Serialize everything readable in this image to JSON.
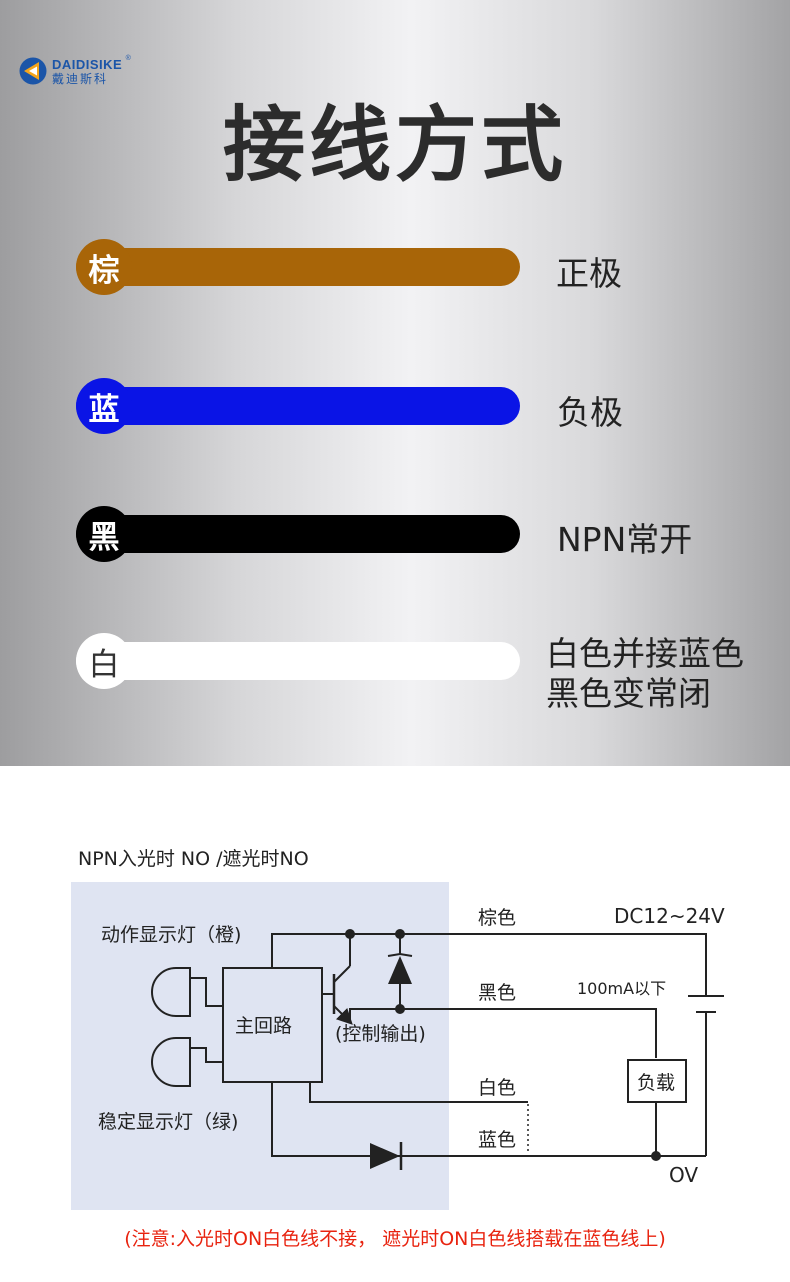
{
  "logo": {
    "brand_en": "DAIDISIKE",
    "brand_cn": "戴迪斯科",
    "registered": "®"
  },
  "title": "接线方式",
  "wires": [
    {
      "key": "brown",
      "badge": "棕",
      "color": "#a86508",
      "badge_text_color": "#ffffff",
      "label_lines": [
        "正极"
      ]
    },
    {
      "key": "blue",
      "badge": "蓝",
      "color": "#0a14e6",
      "badge_text_color": "#ffffff",
      "label_lines": [
        "负极"
      ]
    },
    {
      "key": "black",
      "badge": "黑",
      "color": "#000000",
      "badge_text_color": "#ffffff",
      "label_lines": [
        "NPN常开"
      ]
    },
    {
      "key": "white",
      "badge": "白",
      "color": "#ffffff",
      "badge_text_color": "#333333",
      "label_lines": [
        "白色并接蓝色",
        "黑色变常闭"
      ]
    }
  ],
  "diagram": {
    "heading": "NPN入光时 NO /遮光时NO",
    "indicator_top": "动作显示灯（橙)",
    "indicator_bottom": "稳定显示灯（绿)",
    "main_circuit": "主回路",
    "control_output": "(控制输出)",
    "wire_brown": "棕色",
    "wire_black": "黑色",
    "wire_white": "白色",
    "wire_blue": "蓝色",
    "supply": "DC12~24V",
    "current": "100mA以下",
    "load": "负载",
    "zero_v": "OV",
    "note": "(注意:入光时ON白色线不接， 遮光时ON白色线搭载在蓝色线上)",
    "panel_color": "#dfe4f2",
    "note_color": "#e8230f"
  }
}
